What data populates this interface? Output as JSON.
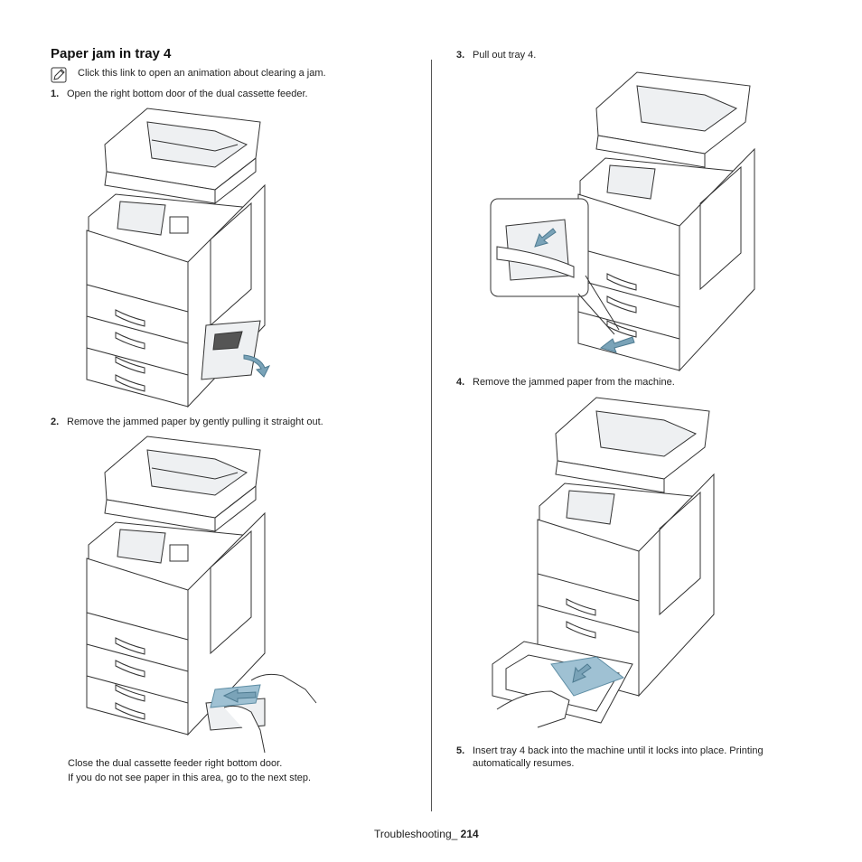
{
  "header": {
    "title": "Paper jam in tray 4"
  },
  "note": {
    "icon": "note-pencil-icon",
    "text": "Click this link to open an animation about clearing a jam."
  },
  "steps": [
    {
      "num": "1.",
      "text": "Open the right bottom door of the dual cassette feeder."
    },
    {
      "num": "2.",
      "text": "Remove the jammed paper by gently pulling it straight out."
    },
    {
      "num": "3.",
      "text": "Pull out tray 4."
    },
    {
      "num": "4.",
      "text": "Remove the jammed paper from the machine."
    },
    {
      "num": "5.",
      "text": "Insert tray 4 back into the machine until it locks into place. Printing automatically resumes."
    }
  ],
  "step2_after": [
    "Close the dual cassette feeder right bottom door.",
    "If you do not see paper in this area, go to the next step."
  ],
  "footer": {
    "section": "Troubleshooting_",
    "page": "214"
  },
  "colors": {
    "arrow": "#7aa3b8",
    "paper": "#9fc1d3",
    "line": "#333333"
  }
}
